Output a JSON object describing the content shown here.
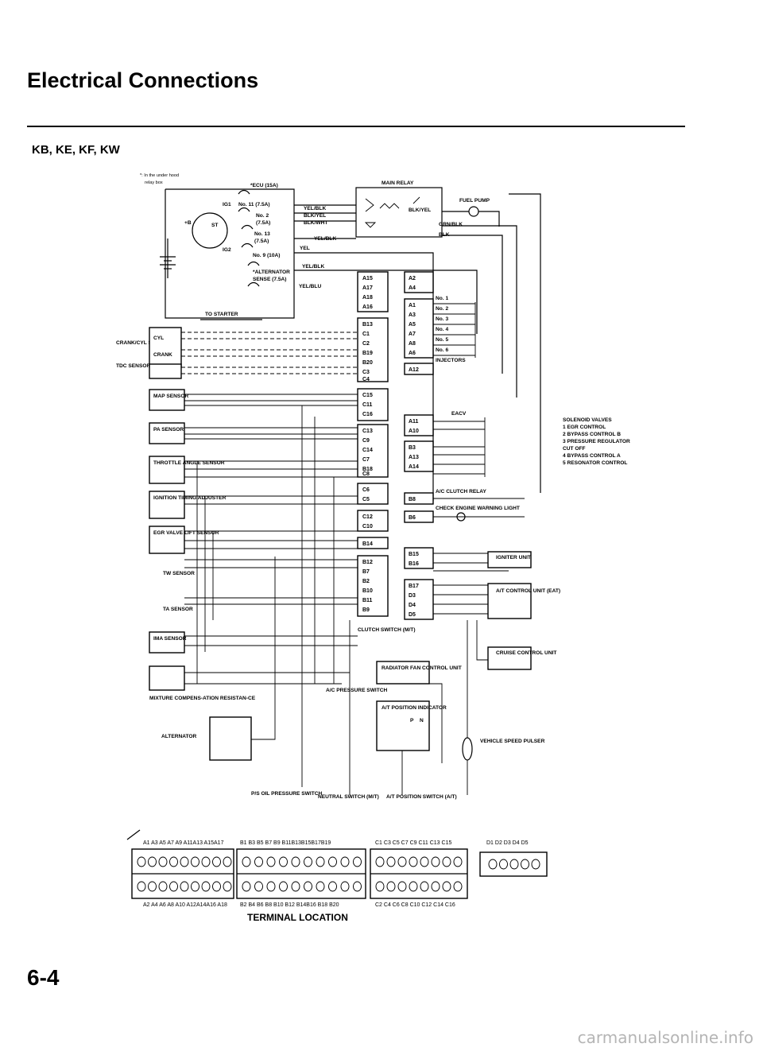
{
  "page": {
    "title": "Electrical Connections",
    "models": "KB, KE, KF, KW",
    "page_number": "6-4",
    "watermark": "carmanualsonline.info"
  },
  "relay_box": {
    "note_line1": "*: In the under hood",
    "note_line2": "relay box",
    "fuses": [
      "*ECU (15A)",
      "No. 11 (7.5A)",
      "No. 2",
      "(7.5A)",
      "No. 13",
      "(7.5A)",
      "No. 9 (10A)",
      "*ALTERNATOR",
      "SENSE (7.5A)"
    ],
    "ignition_switch": [
      "IG1",
      "+B",
      "ST",
      "IG2"
    ],
    "to_starter": "TO STARTER"
  },
  "wires": [
    "YEL/BLK",
    "BLK/YEL",
    "BLK/WHT",
    "YEL/BLK",
    "YEL",
    "YEL/BLK",
    "YEL/BLU",
    "BLK/YEL",
    "GRN/BLK",
    "BLK"
  ],
  "main_relay": "MAIN RELAY",
  "fuel_pump": "FUEL PUMP",
  "injectors": {
    "items": [
      "No. 1",
      "No. 2",
      "No. 3",
      "No. 4",
      "No. 5",
      "No. 6"
    ],
    "label": "INJECTORS"
  },
  "sensors": {
    "crank_cyl": "CRANK/CYL SENSOR",
    "cyl": "CYL",
    "crank": "CRANK",
    "tdc": "TDC SENSOR",
    "map": "MAP SENSOR",
    "pa": "PA SENSOR",
    "throttle": "THROTTLE ANGLE SENSOR",
    "ignition_timing": "IGNITION TIMING ADJUSTER",
    "egr": "EGR VALVE LIFT SENSOR",
    "tw": "TW SENSOR",
    "ta": "TA SENSOR",
    "ima": "IMA SENSOR",
    "mixture": "MIXTURE COMPENS-ATION RESISTAN-CE",
    "alternator": "ALTERNATOR"
  },
  "ecu_pins": {
    "col1": [
      "A15",
      "A17",
      "A18",
      "A16",
      "B13",
      "C1",
      "C2",
      "B19",
      "B20",
      "C3",
      "C4",
      "C15",
      "C11",
      "C16",
      "C13",
      "C9",
      "C14",
      "C7",
      "B18",
      "C8",
      "C6",
      "C5",
      "C12",
      "C10",
      "B14",
      "B12",
      "B7",
      "B2",
      "B10",
      "B11",
      "B9"
    ],
    "col2": [
      "A2",
      "A4",
      "A1",
      "A3",
      "A5",
      "A7",
      "A8",
      "A6",
      "A12",
      "A11",
      "A10",
      "B3",
      "A13",
      "A14",
      "B8",
      "B6",
      "B15",
      "B16",
      "B17",
      "D3",
      "D4",
      "D5"
    ]
  },
  "right_side": {
    "eacv": "EACV",
    "solenoid_title": "SOLENOID VALVES",
    "solenoids": [
      "1  EGR CONTROL",
      "2  BYPASS CONTROL B",
      "3  PRESSURE REGULATOR",
      "    CUT OFF",
      "4  BYPASS CONTROL A",
      "5  RESONATOR CONTROL"
    ],
    "ac_clutch": "A/C CLUTCH RELAY",
    "check_engine": "CHECK ENGINE WARNING LIGHT",
    "igniter": "IGNITER UNIT",
    "at_control": "A/T CONTROL UNIT (EAT)",
    "cruise": "CRUISE CONTROL UNIT",
    "clutch_switch": "CLUTCH SWITCH (M/T)",
    "radiator_fan": "RADIATOR FAN CONTROL UNIT",
    "ac_pressure": "A/C PRESSURE SWITCH",
    "at_position_indicator": "A/T POSITION INDICATOR",
    "p": "P",
    "n": "N",
    "vehicle_speed": "VEHICLE SPEED PULSER",
    "ps_oil": "P/S OIL PRESSURE SWITCH",
    "neutral": "NEUTRAL SWITCH (M/T)",
    "at_position_switch": "A/T POSITION SWITCH (A/T)"
  },
  "terminal": {
    "label": "TERMINAL LOCATION",
    "top_a": "A1 A3 A5 A7 A9 A11A13 A15A17",
    "top_b": "B1 B3 B5 B7 B9 B11B13B15B17B19",
    "top_c": "C1 C3 C5 C7 C9 C11 C13 C15",
    "top_d": "D1 D2 D3 D4 D5",
    "bot_a": "A2 A4 A6 A8 A10 A12A14A16 A18",
    "bot_b": "B2 B4 B6 B8 B10 B12 B14B16 B18 B20",
    "bot_c": "C2 C4 C6 C8 C10 C12 C14 C16"
  }
}
